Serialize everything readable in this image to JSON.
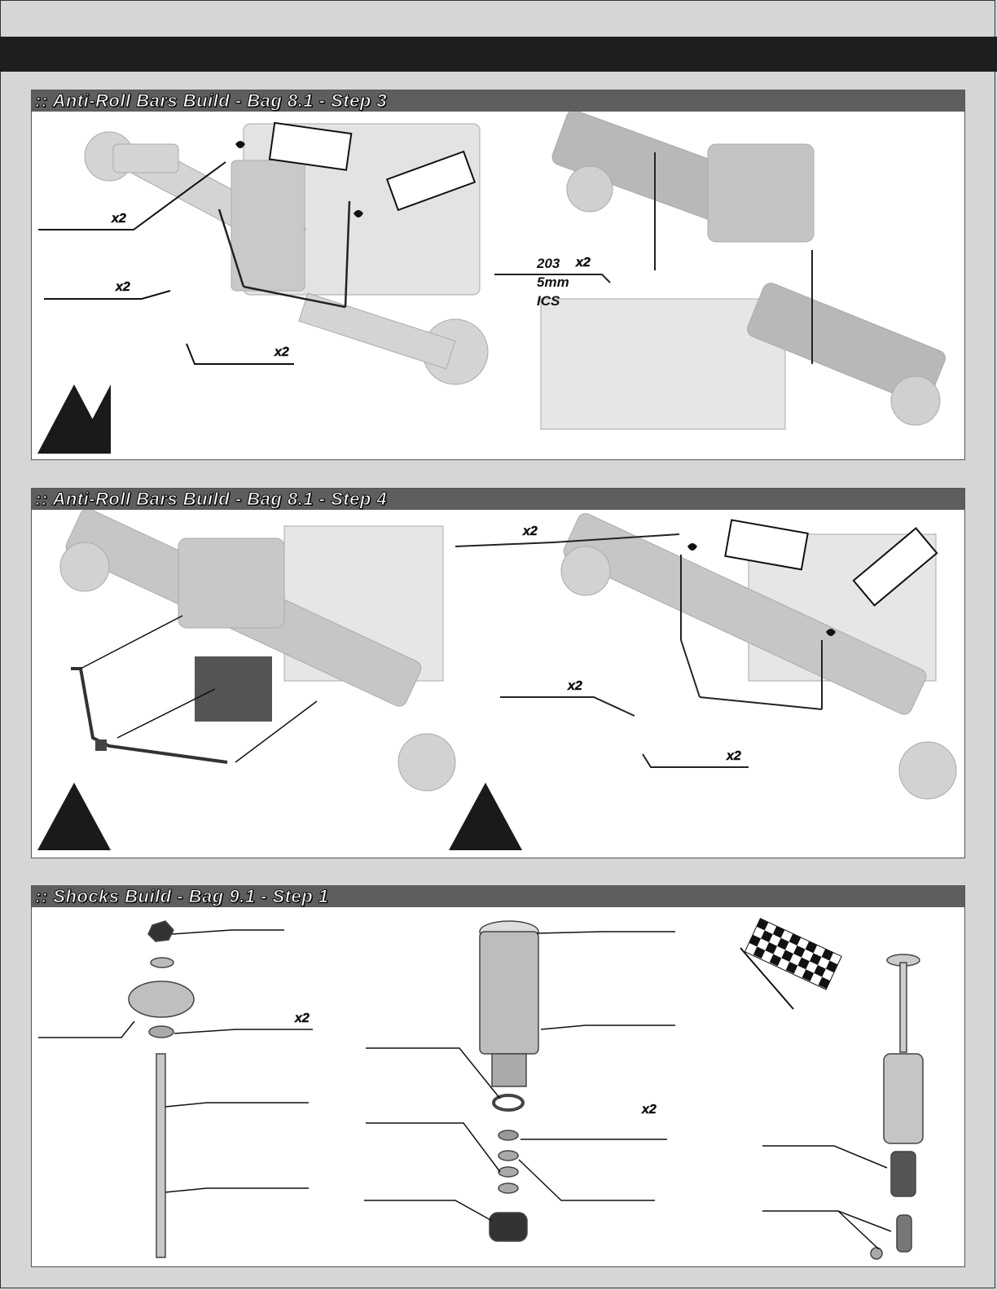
{
  "sections": [
    {
      "title": ":: Anti-Roll Bars Build - Bag 8.1 - Step 3",
      "left_qtys": [
        "x2",
        "x2",
        "x2"
      ],
      "right_part": {
        "number": "203",
        "qty": "x2",
        "size": "5mm",
        "type": "ICS"
      }
    },
    {
      "title": ":: Anti-Roll Bars Build - Bag 8.1 - Step 4",
      "right_qtys": [
        "x2",
        "x2",
        "x2"
      ]
    },
    {
      "title": ":: Shocks Build - Bag 9.1 - Step 1",
      "qtys": [
        "x2",
        "x2"
      ]
    }
  ],
  "colors": {
    "page_bg": "#d6d6d6",
    "top_bar": "#1e1e1e",
    "header_bg": "#5e5e5e",
    "warning_triangle": "#1a1a1a"
  },
  "icons": [
    "warning-triangle-icon",
    "glue-tube-icon",
    "checkered-flag-icon"
  ]
}
